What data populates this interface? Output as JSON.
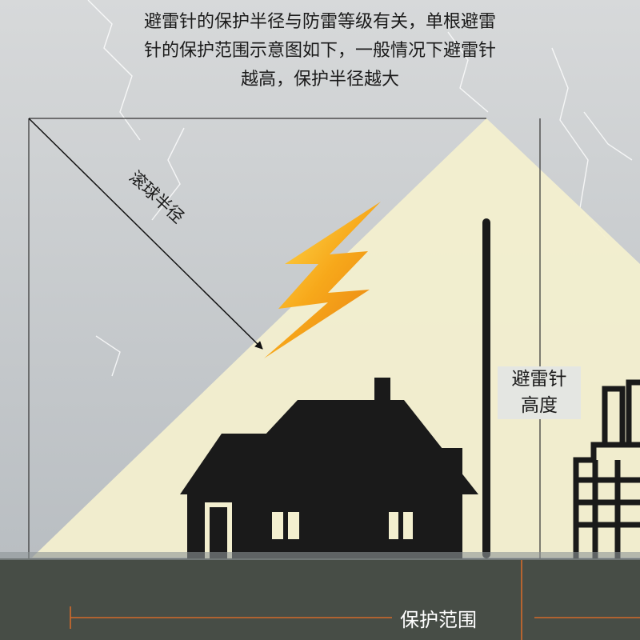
{
  "title_lines": [
    "避雷针的保护半径与防雷等级有关，单根避雷",
    "针的保护范围示意图如下，一般情况下避雷针",
    "越高，保护半径越大"
  ],
  "labels": {
    "rolling_radius": "滚球半径",
    "rod_height_line1": "避雷针",
    "rod_height_line2": "高度",
    "protection_range": "保护范围"
  },
  "colors": {
    "sky_top": "#d7d9da",
    "sky_bottom": "#b9bec2",
    "protection_cone": "#f3efcf",
    "ground": "#474d46",
    "silhouette": "#1a1a1a",
    "lightning_bolt": "#f7a81a",
    "range_line": "#d36a2a",
    "label_text": "#1a1a1a",
    "range_text": "#ffffff"
  },
  "icons": [
    "lightning-bolt-icon",
    "house-icon",
    "building-icon",
    "lightning-rod-icon"
  ]
}
